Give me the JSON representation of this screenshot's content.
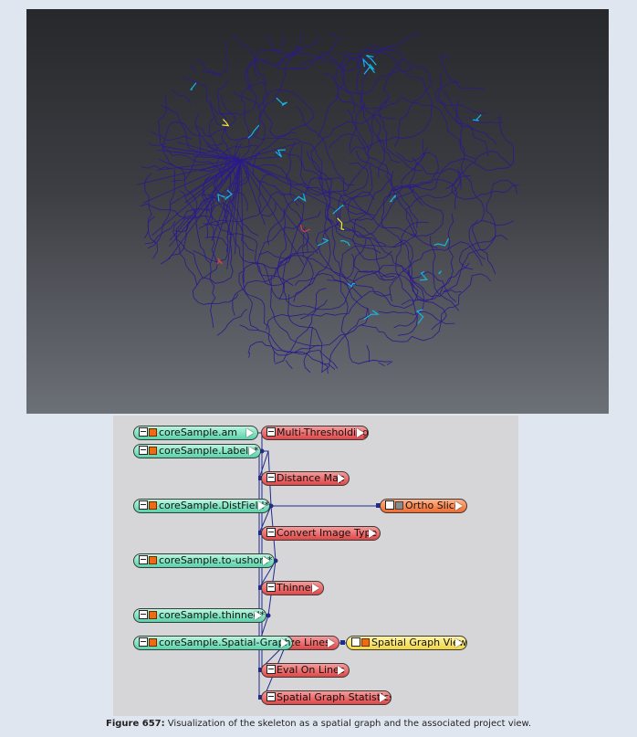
{
  "viewer": {
    "background_top": "#27282c",
    "background_bottom": "#6c7077",
    "graph_color": "#2a1a8c",
    "highlight_colors": [
      "#12b6e8",
      "#f2ea28",
      "#d84040"
    ]
  },
  "project_view": {
    "data_nodes": [
      {
        "label": "coreSample.am"
      },
      {
        "label": "coreSample.Labels*"
      },
      {
        "label": "coreSample.DistField*"
      },
      {
        "label": "coreSample.to-ushort*"
      },
      {
        "label": "coreSample.thinned*"
      },
      {
        "label": "coreSample.Spatial-Graph*"
      }
    ],
    "compute_nodes": [
      {
        "label": "Multi-Thresholding"
      },
      {
        "label": "Distance Map"
      },
      {
        "label": "Convert Image Type"
      },
      {
        "label": "Thinner"
      },
      {
        "label": "ze Lines"
      },
      {
        "label": "Eval On Lines"
      },
      {
        "label": "Spatial Graph Statistics"
      }
    ],
    "display_nodes": [
      {
        "label": "Ortho Slice"
      }
    ],
    "view_nodes": [
      {
        "label": "Spatial Graph View"
      }
    ],
    "colors": {
      "data": "#56d3a8",
      "compute": "#e24646",
      "display": "#f26a2a",
      "view": "#f1d640",
      "connection": "#1e2a8c"
    }
  },
  "caption": {
    "number": "Figure 657:",
    "text": " Visualization of the skeleton as a spatial graph and the associated project view."
  }
}
